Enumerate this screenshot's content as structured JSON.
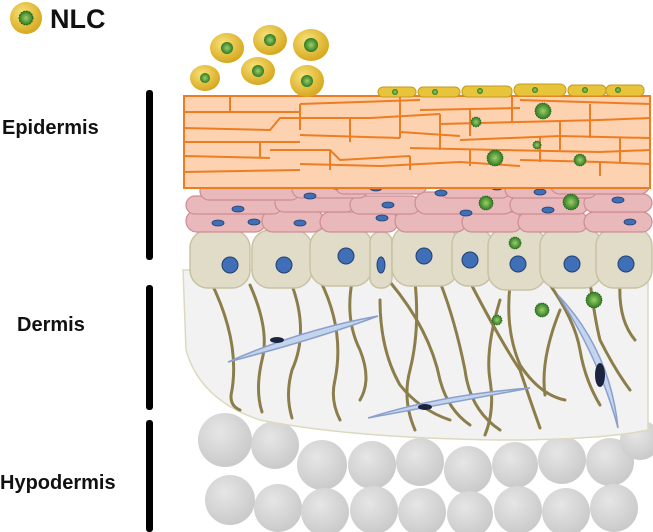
{
  "legend": {
    "label": "NLC",
    "icon": "nlc-particle-icon"
  },
  "layers": {
    "epidermis": "Epidermis",
    "dermis": "Dermis",
    "hypodermis": "Hypodermis"
  },
  "colors": {
    "nlc_shell": "#e8c43a",
    "nlc_core": "#3f8a2a",
    "stratum_corneum_fill": "#fdd2b0",
    "stratum_corneum_line": "#ee7d22",
    "granular_cell_fill": "#e8b8bb",
    "basal_cell_fill": "#e0dcc8",
    "nucleus": "#3f6fb6",
    "fiber": "#8c7e4a",
    "fibroblast": "#c4d4ee",
    "fat_cell": "#d6d6d6",
    "bar": "#000000"
  }
}
